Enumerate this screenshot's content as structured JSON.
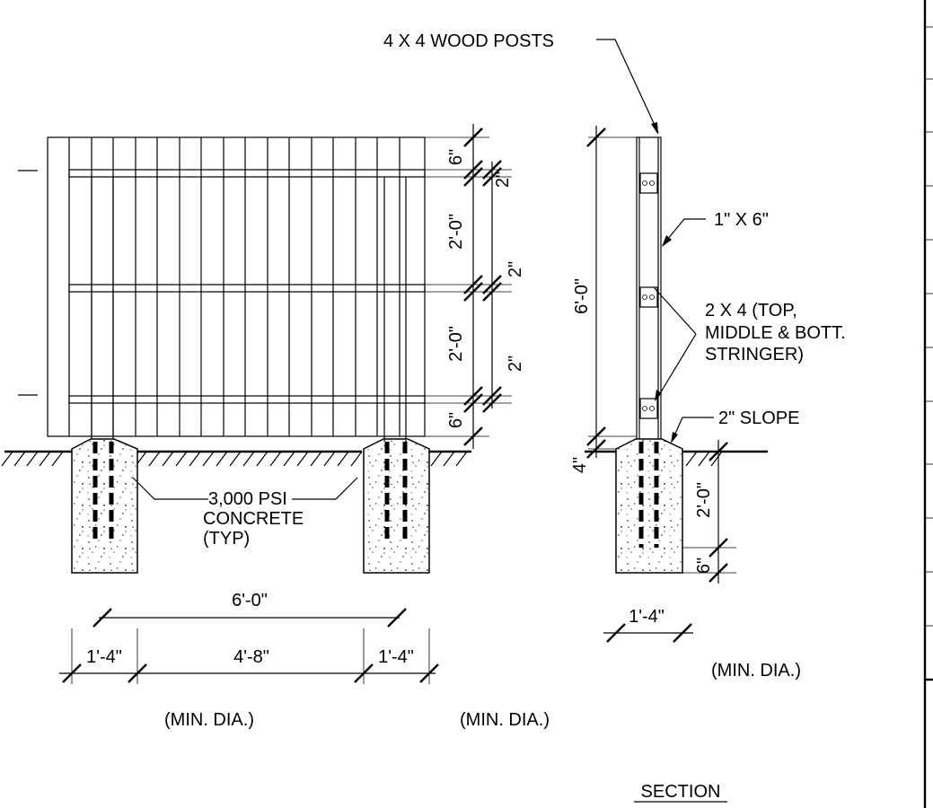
{
  "labels": {
    "wood_posts": "4 X 4 WOOD POSTS",
    "board": "1\" X 6\"",
    "stringer_line1": "2 X 4 (TOP,",
    "stringer_line2": "MIDDLE & BOTT.",
    "stringer_line3": "STRINGER)",
    "slope": "2\" SLOPE",
    "concrete_line1": "3,000 PSI",
    "concrete_line2": "CONCRETE",
    "concrete_line3": "(TYP)",
    "min_dia_left": "(MIN. DIA.)",
    "min_dia_right": "(MIN. DIA.)",
    "min_dia_section": "(MIN. DIA.)",
    "section_title": "SECTION"
  },
  "dimensions": {
    "elev_top_6in": "6\"",
    "elev_top_2in": "2\"",
    "elev_2ft_a": "2'-0\"",
    "elev_mid_2in_a": "2\"",
    "elev_2ft_b": "2'-0\"",
    "elev_mid_2in_b": "2\"",
    "elev_bottom_6in": "6\"",
    "section_height": "6'-0\"",
    "section_4in": "4\"",
    "section_2ft": "2'-0\"",
    "section_6in": "6\"",
    "section_footing_dia": "1'-4\"",
    "post_spacing": "6'-0\"",
    "footing_left": "1'-4\"",
    "clear_span": "4'-8\"",
    "footing_right": "1'-4\""
  }
}
